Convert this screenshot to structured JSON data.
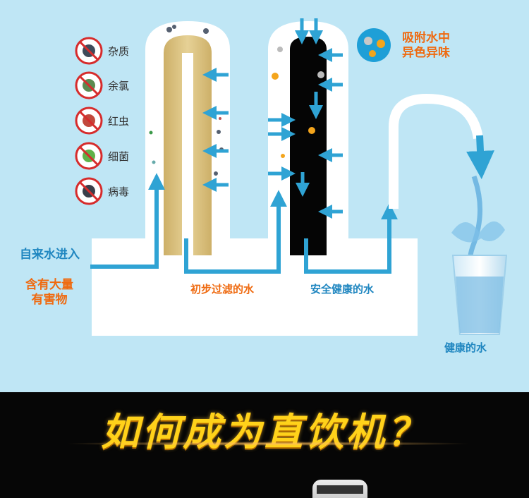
{
  "labels": {
    "tap_water_in": "自来水进入",
    "harmful_line1": "含有大量",
    "harmful_line2": "有害物",
    "prefiltered": "初步过滤的水",
    "safe_water": "安全健康的水",
    "healthy_water": "健康的水",
    "adsorb_line1": "吸附水中",
    "adsorb_line2": "异色异味"
  },
  "contaminants": [
    {
      "label": "杂质",
      "icon": "impurity-icon"
    },
    {
      "label": "余氯",
      "icon": "chlorine-icon"
    },
    {
      "label": "红虫",
      "icon": "red-worm-icon"
    },
    {
      "label": "细菌",
      "icon": "bacteria-icon"
    },
    {
      "label": "病毒",
      "icon": "virus-icon"
    }
  ],
  "banner": {
    "headline": "如何成为直饮机？"
  },
  "colors": {
    "background": "#bfe6f5",
    "arrow_blue": "#2fa3d4",
    "label_blue": "#1f86c0",
    "label_orange": "#ef6a10",
    "pp_filter": "#d9bf7a",
    "carbon_filter": "#000000",
    "headline_gold": "#ffd21a"
  }
}
